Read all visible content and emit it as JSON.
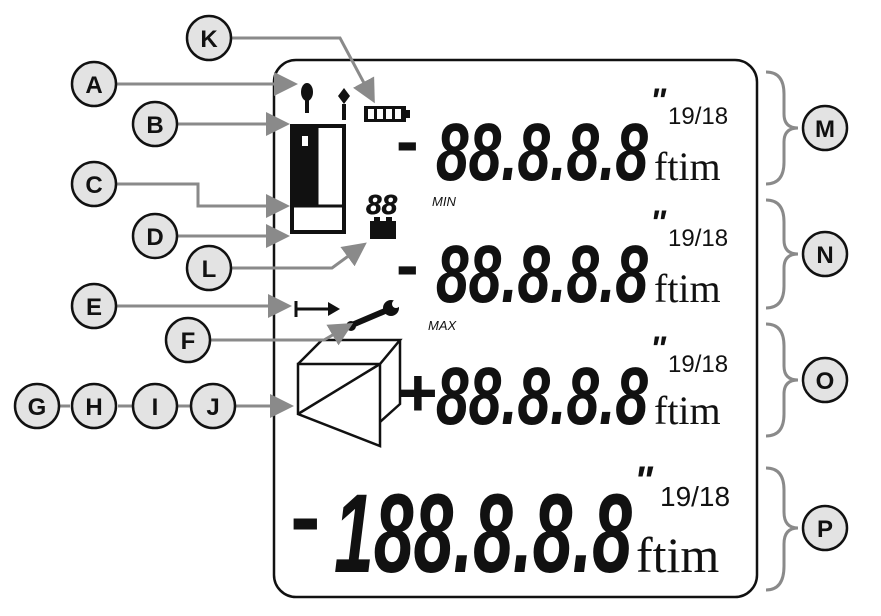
{
  "colors": {
    "callout_fill": "#e3e3e3",
    "leader": "#8a8a8a",
    "ink": "#111111"
  },
  "callouts": {
    "A": "A",
    "B": "B",
    "C": "C",
    "D": "D",
    "E": "E",
    "F": "F",
    "G": "G",
    "H": "H",
    "I": "I",
    "J": "J",
    "K": "K",
    "L": "L",
    "M": "M",
    "N": "N",
    "O": "O",
    "P": "P"
  },
  "display": {
    "min_label": "MIN",
    "max_label": "MAX",
    "small_digits": "88",
    "rows": [
      {
        "sign": "-",
        "digits": "88.8.8.8",
        "inch_mark": "\"",
        "fraction": "19/18",
        "unit": "ftim"
      },
      {
        "sign": "-",
        "digits": "88.8.8.8",
        "inch_mark": "\"",
        "fraction": "19/18",
        "unit": "ftim"
      },
      {
        "sign": "+",
        "digits": "88.8.8.8",
        "inch_mark": "\"",
        "fraction": "19/18",
        "unit": "ftim"
      },
      {
        "sign": "-",
        "digits": "188.8.8.8",
        "inch_mark": "\"",
        "fraction": "19/18",
        "unit": "ftim"
      }
    ]
  },
  "icons": {
    "battery": "battery-icon",
    "front_reference": "front-reference-icon",
    "rear_reference": "rear-reference-icon",
    "laser_device": "laser-device-icon",
    "range_arrow": "range-arrow-icon",
    "wrench": "wrench-icon",
    "timer": "timer-icon",
    "area_volume": "area-volume-icon"
  }
}
